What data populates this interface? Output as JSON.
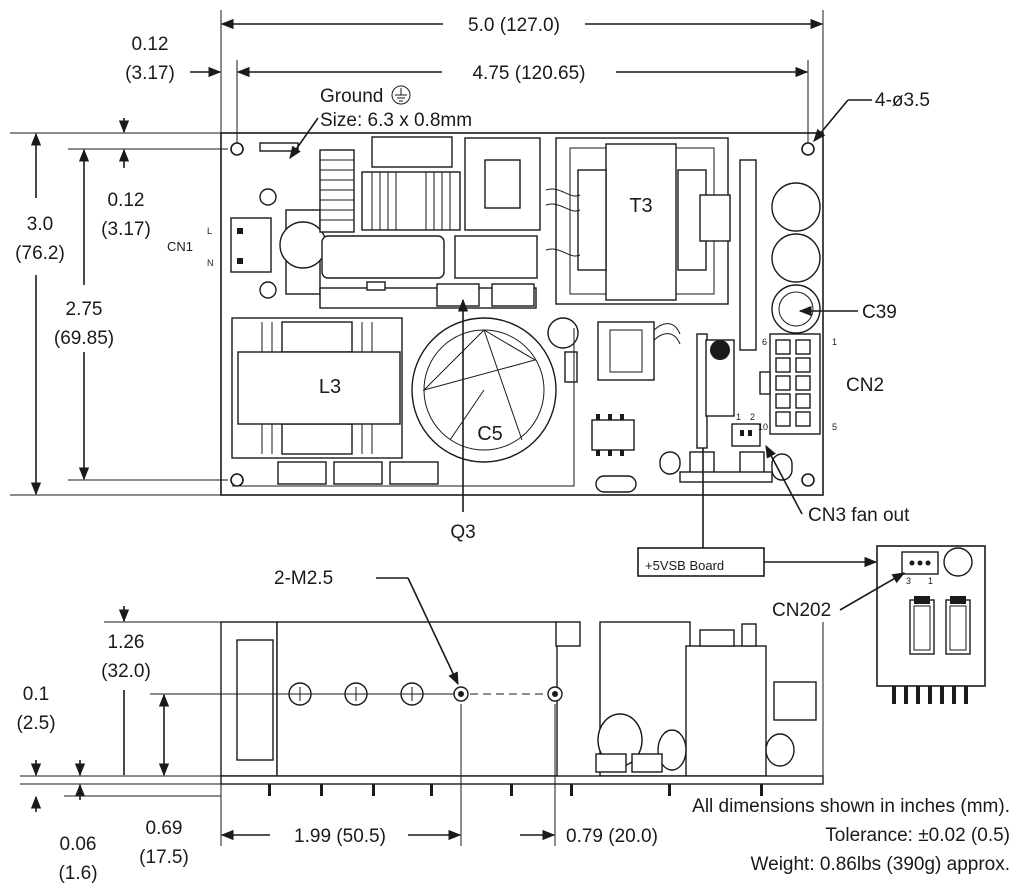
{
  "dimensions": {
    "overall_width": "5.0 (127.0)",
    "hole_spacing_x": "4.75 (120.65)",
    "left_offset_in": "0.12",
    "left_offset_mm": "(3.17)",
    "top_offset_in": "0.12",
    "top_offset_mm": "(3.17)",
    "overall_height_in": "3.0",
    "overall_height_mm": "(76.2)",
    "hole_spacing_y_in": "2.75",
    "hole_spacing_y_mm": "(69.85)",
    "side_height_in": "1.26",
    "side_height_mm": "(32.0)",
    "standoff_in": "0.1",
    "standoff_mm": "(2.5)",
    "pcb_thickness_in": "0.06",
    "pcb_thickness_mm": "(1.6)",
    "screw_height_in": "0.69",
    "screw_height_mm": "(17.5)",
    "screw_offset_x": "1.99 (50.5)",
    "screw_spacing_x": "0.79 (20.0)"
  },
  "labels": {
    "ground_title": "Ground",
    "ground_size": "Size: 6.3 x 0.8mm",
    "mount_holes": "4-ø3.5",
    "cn1": "CN1",
    "cn1_l": "L",
    "cn1_n": "N",
    "t3": "T3",
    "c39": "C39",
    "cn2": "CN2",
    "cn2_pin1": "1",
    "cn2_pin5": "5",
    "cn2_pin6": "6",
    "cn2_pin10": "10",
    "cn3_pin1": "1",
    "cn3_pin2": "2",
    "l3": "L3",
    "c5": "C5",
    "q3": "Q3",
    "cn3_fan": "CN3 fan out",
    "vsb_board": "+5VSB Board",
    "cn202": "CN202",
    "cn202_pin3": "3",
    "cn202_pin1": "1",
    "screws": "2-M2.5"
  },
  "notes": {
    "line1": "All dimensions shown in inches (mm).",
    "line2": "Tolerance: ±0.02 (0.5)",
    "line3": "Weight: 0.86lbs (390g) approx."
  }
}
